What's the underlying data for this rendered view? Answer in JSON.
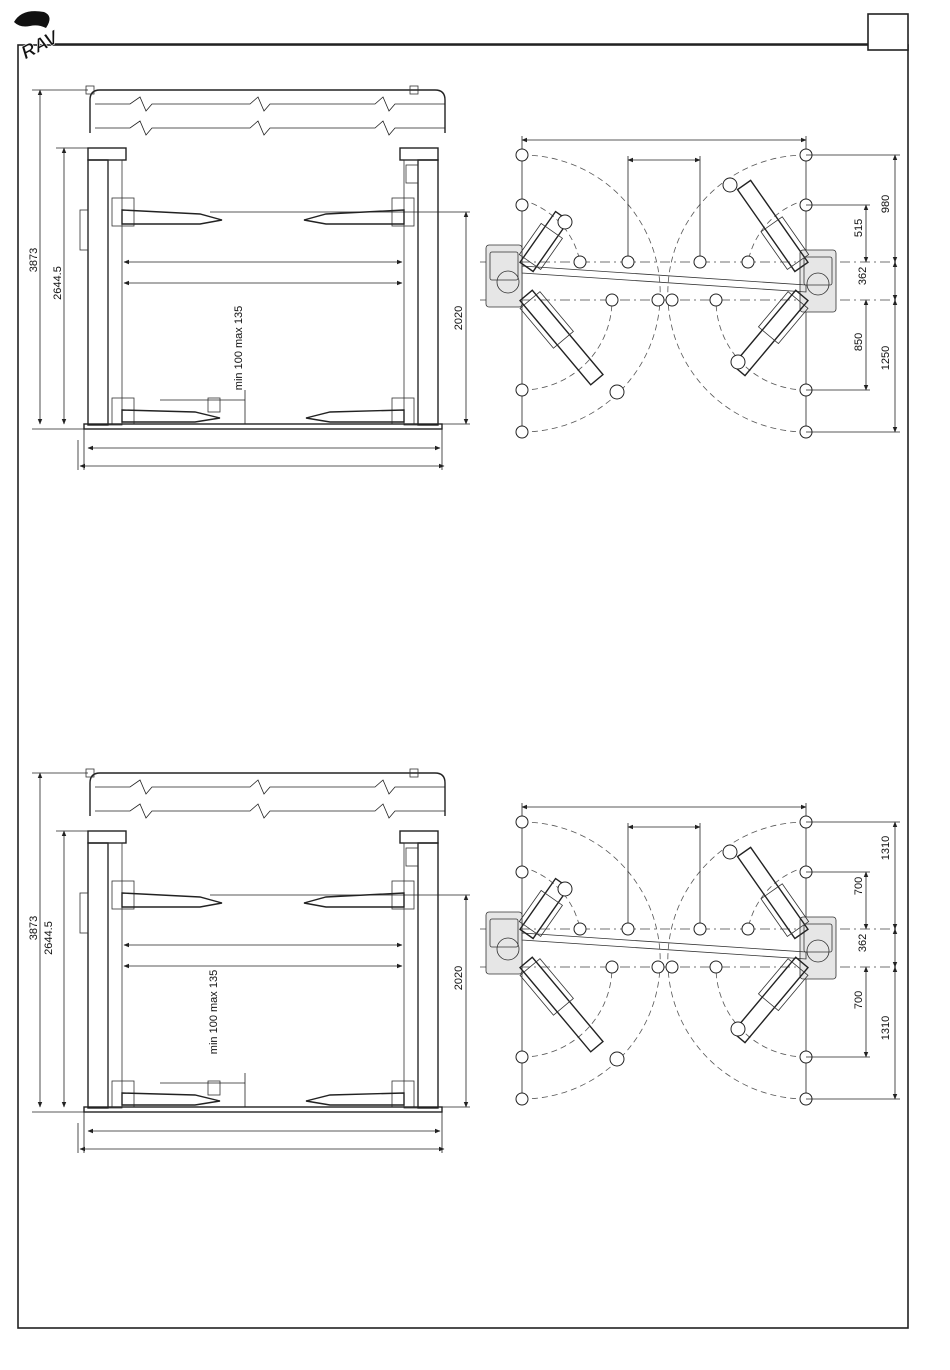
{
  "brand": {
    "logo_text": "RAV"
  },
  "page_marker": "",
  "front_views": [
    {
      "dimensions": {
        "overall_height": "3873",
        "column_height": "2644.5",
        "pad_height_range": "min 100 max 135",
        "width_under_arms": "2020"
      }
    },
    {
      "dimensions": {
        "overall_height": "3873",
        "column_height": "2644.5",
        "pad_height_range": "min 100 max 135",
        "width_under_arms": "2020"
      }
    }
  ],
  "top_views": [
    {
      "dimensions": {
        "d1": "980",
        "d2": "515",
        "d3": "362",
        "d4": "850",
        "d5": "1250"
      }
    },
    {
      "dimensions": {
        "d1": "1310",
        "d2": "700",
        "d3": "362",
        "d4": "700",
        "d5": "1310"
      }
    }
  ]
}
